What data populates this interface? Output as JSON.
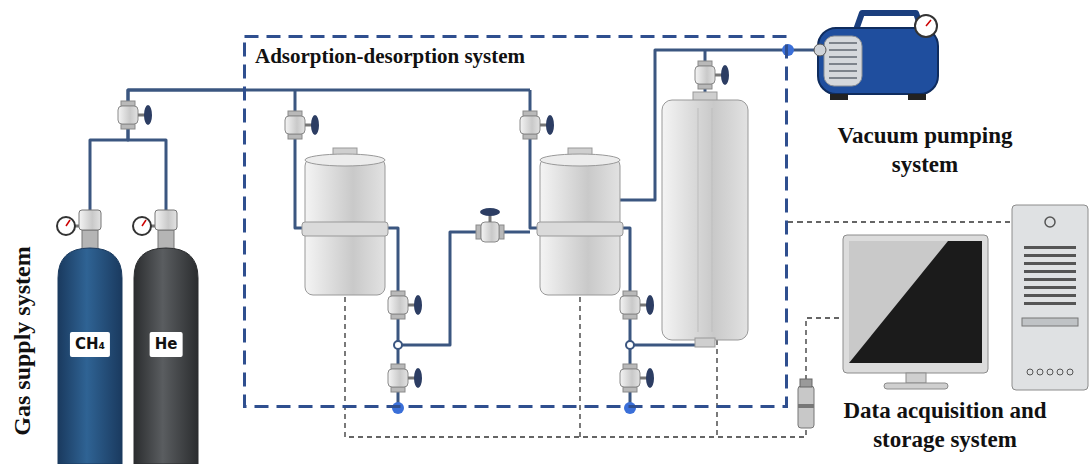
{
  "diagram": {
    "nodes": [
      {
        "text": [
          "Adsorption-desorption system"
        ]
      },
      {
        "text": [
          "CH₄"
        ]
      },
      {
        "text": [
          "He"
        ]
      },
      {
        "text": [
          "Vacuum pumping system"
        ]
      },
      {
        "text": [
          "Data acquisition and storage system"
        ]
      }
    ],
    "edges": [
      {
        "from": 1,
        "to": 0,
        "arrow": "none"
      },
      {
        "from": 2,
        "to": 0,
        "arrow": "none"
      },
      {
        "from": 0,
        "to": 3,
        "arrow": "none"
      },
      {
        "from": 0,
        "to": 4,
        "arrow": "none"
      }
    ],
    "labels": [
      "Gas supply system"
    ]
  }
}
